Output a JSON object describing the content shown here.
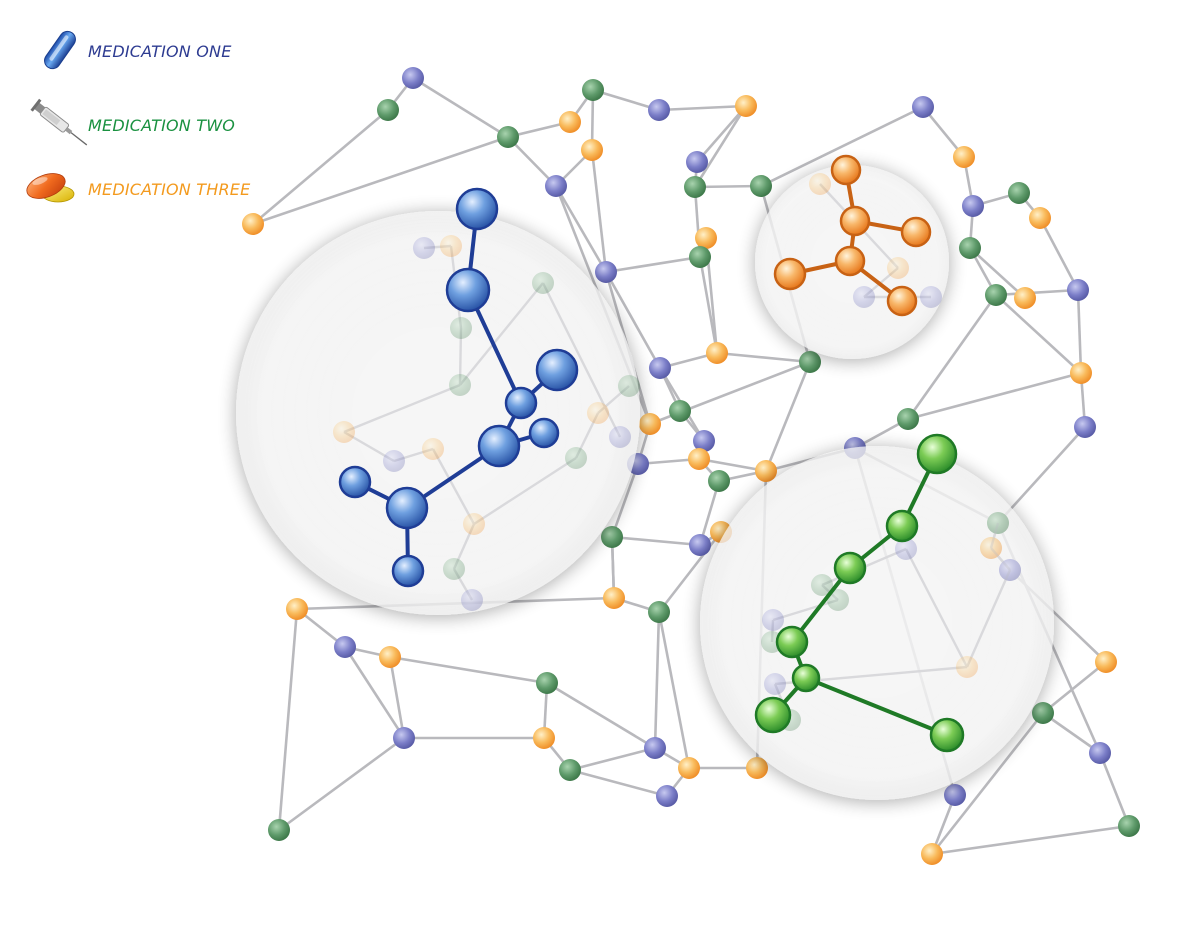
{
  "legend": [
    {
      "label": "MEDICATION ONE",
      "icon": "capsule-icon",
      "color": "#2d3b91"
    },
    {
      "label": "MEDICATION TWO",
      "icon": "syringe-icon",
      "color": "#1a9140"
    },
    {
      "label": "MEDICATION THREE",
      "icon": "softgel-icon",
      "color": "#f39a1e"
    }
  ],
  "colors": {
    "background_node_blue": "#7b7ec8",
    "background_node_green": "#5e9a6a",
    "background_node_orange": "#f7b152",
    "edge": "#b9b9bd",
    "medication_one": "#3d6fc4",
    "medication_two": "#45b449",
    "medication_three": "#f08a2a"
  }
}
